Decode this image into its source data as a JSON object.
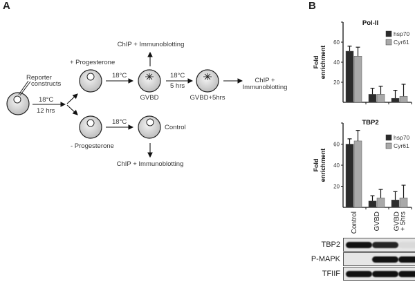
{
  "panels": {
    "a": "A",
    "b": "B"
  },
  "diagram": {
    "reporter": "Reporter\nconstructs",
    "step1_temp": "18°C",
    "step1_time": "12 hrs",
    "plus_prog": "+ Progesterone",
    "minus_prog": "- Progesterone",
    "temp_a": "18°C",
    "temp_b": "18°C",
    "temp_c": "18°C",
    "time_c": "5 hrs",
    "gvbd": "GVBD",
    "gvbd5": "GVBD+5hrs",
    "control": "Control",
    "chip_top": "ChIP + Immunoblotting",
    "chip_right_1": "ChIP +",
    "chip_right_2": "Immunoblotting",
    "chip_bottom": "ChIP + Immunoblotting"
  },
  "chart_data": [
    {
      "type": "bar",
      "title": "Pol-II",
      "ylabel": "Fold enrichment",
      "xlabel": "",
      "categories": [
        "Control",
        "GVBD",
        "GVBD + 5hrs"
      ],
      "series": [
        {
          "name": "hsp70",
          "values": [
            51,
            8,
            4
          ],
          "errors": [
            5,
            6,
            8
          ],
          "color": "#2b2b2b"
        },
        {
          "name": "Cyr61",
          "values": [
            46,
            8,
            6
          ],
          "errors": [
            9,
            8,
            12
          ],
          "color": "#a9a9a9"
        }
      ],
      "ylim": [
        0,
        80
      ],
      "yticks": [
        20,
        40,
        60
      ],
      "legend": "top-right"
    },
    {
      "type": "bar",
      "title": "TBP2",
      "ylabel": "Fold enrichment",
      "xlabel": "",
      "categories": [
        "Control",
        "GVBD",
        "GVBD + 5hrs"
      ],
      "series": [
        {
          "name": "hsp70",
          "values": [
            60,
            6,
            7
          ],
          "errors": [
            5,
            5,
            8
          ],
          "color": "#2b2b2b"
        },
        {
          "name": "Cyr61",
          "values": [
            63,
            9,
            9
          ],
          "errors": [
            10,
            8,
            12
          ],
          "color": "#a9a9a9"
        }
      ],
      "ylim": [
        0,
        80
      ],
      "yticks": [
        20,
        40,
        60
      ],
      "legend": "top-right"
    }
  ],
  "xcats": [
    "Control",
    "GVBD",
    "GVBD\n+ 5hrs"
  ],
  "blots": [
    {
      "label": "TBP2",
      "bands": [
        1,
        0.9,
        0.05
      ]
    },
    {
      "label": "P-MAPK",
      "bands": [
        0,
        1,
        1
      ]
    },
    {
      "label": "TFIIF",
      "bands": [
        1,
        1,
        1
      ]
    }
  ]
}
